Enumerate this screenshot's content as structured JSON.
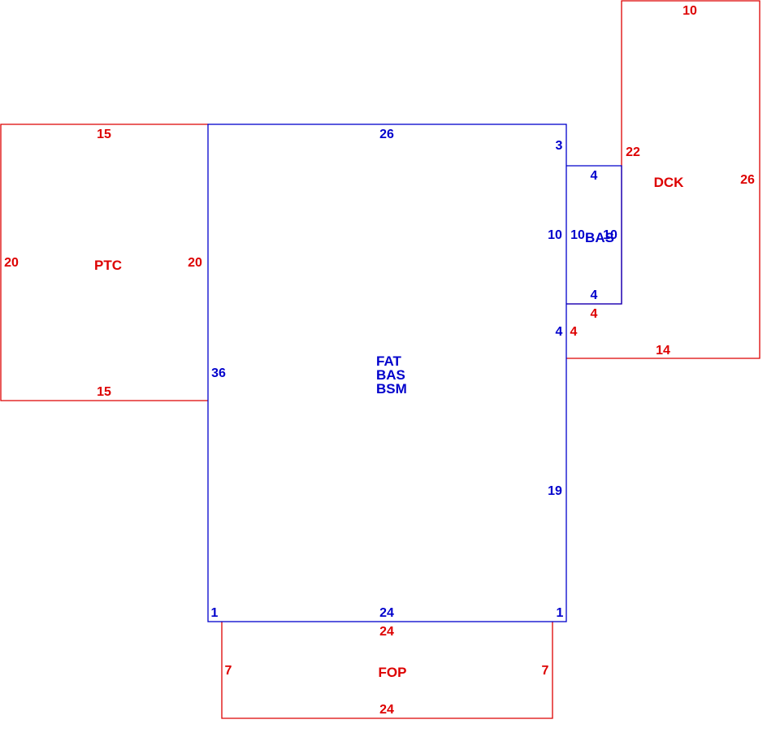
{
  "colors": {
    "living": "#0000cc",
    "other": "#dd0000",
    "background": "#ffffff"
  },
  "areas": {
    "main": {
      "codes": [
        "FAT",
        "BAS",
        "BSM"
      ],
      "dims": {
        "top": "26",
        "left": "36",
        "bottom": "24",
        "right_upper": "3",
        "right_mid_a": "10",
        "right_mid_b": "4",
        "right_lower": "19",
        "bottom_left_step": "1",
        "bottom_right_step": "1"
      }
    },
    "bas_small": {
      "code": "BAS",
      "dims": {
        "top": "4",
        "left": "10",
        "right": "10",
        "bottom": "4"
      }
    },
    "ptc": {
      "code": "PTC",
      "dims": {
        "top": "15",
        "left": "20",
        "right": "20",
        "bottom": "15"
      }
    },
    "dck": {
      "code": "DCK",
      "dims": {
        "top": "10",
        "right": "26",
        "bottom": "14",
        "left_upper": "22",
        "step_bottom": "4",
        "left_lower": "4"
      }
    },
    "fop": {
      "code": "FOP",
      "dims": {
        "top": "24",
        "left": "7",
        "right": "7",
        "bottom": "24"
      }
    }
  }
}
